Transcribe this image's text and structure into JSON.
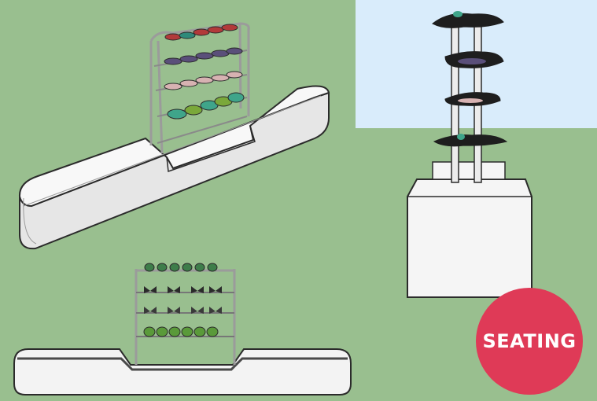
{
  "colors": {
    "background": "#99bf8f",
    "sky": "#d9ecfb",
    "bench": "#f3f3f3",
    "outline": "#2b2b2b",
    "badge": "#df3a57",
    "badge_text": "#ffffff"
  },
  "views": [
    {
      "name": "isometric-view"
    },
    {
      "name": "front-elevation-view"
    },
    {
      "name": "side-elevation-view"
    }
  ],
  "badge": {
    "label": "SEATING"
  }
}
